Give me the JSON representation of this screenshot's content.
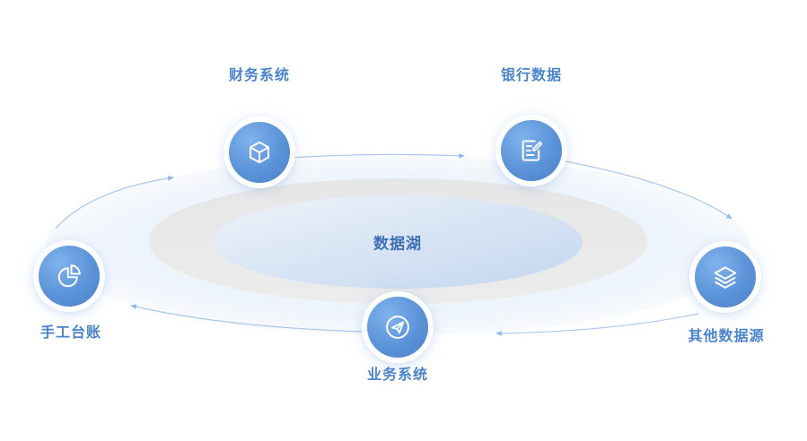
{
  "center": {
    "label": "数据湖"
  },
  "nodes": [
    {
      "id": "finance",
      "label": "财务系统",
      "icon": "cube-icon"
    },
    {
      "id": "bank",
      "label": "银行数据",
      "icon": "document-edit-icon"
    },
    {
      "id": "other",
      "label": "其他数据源",
      "icon": "layers-icon"
    },
    {
      "id": "business",
      "label": "业务系统",
      "icon": "send-icon"
    },
    {
      "id": "ledger",
      "label": "手工台账",
      "icon": "pie-chart-icon"
    }
  ],
  "colors": {
    "node_fill": "#5b93d8",
    "label": "#4a84cf",
    "center_label": "#3f6fb5",
    "ring_line": "#9cc0ea"
  }
}
